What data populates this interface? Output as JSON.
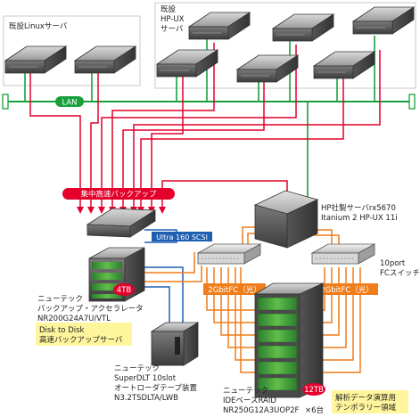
{
  "groups": {
    "linux": "既設Linuxサーバ",
    "hpux_1": "既設",
    "hpux_2": "HP-UX",
    "hpux_3": "サーバ"
  },
  "network": {
    "lan": "LAN",
    "backup_network": "集中高速バックアップ",
    "scsi": "Ultra 160 SCSI",
    "fc_1": "2GbitFC（光）",
    "fc_2": "2GbitFC（光）"
  },
  "hp_server": {
    "line1": "HP社製サーバrx5670",
    "line2": "Itanium 2 HP-UX 11i"
  },
  "fc_switch": {
    "line1": "10port",
    "line2": "FCスイッチ"
  },
  "accelerator": {
    "line1": "ニューテック",
    "line2": "バックアップ・アクセラレータ",
    "line3": "NR200G24A7U/VTL",
    "capacity": "4TB"
  },
  "disk_to_disk": {
    "line1": "Disk to Disk",
    "line2": "高速バックアップサーバ"
  },
  "tape": {
    "line1": "ニューテック",
    "line2": "SuperDLT 10slot",
    "line3": "オートローダテープ装置",
    "line4": "N3.2TSDLTA/LWB"
  },
  "raid": {
    "line1": "ニューテック",
    "line2": "IDEベースRAID",
    "line3": "NR250G12A3UOP2F",
    "count": "×6台",
    "capacity": "12TB"
  },
  "analysis": {
    "line1": "解析データ演算用",
    "line2": "テンポラリー領域"
  },
  "colors": {
    "lan": "#19a03c",
    "backup": "#e4002b",
    "scsi": "#1f5fb0",
    "fc": "#ef7d1a",
    "note_bg": "#fff59d"
  }
}
